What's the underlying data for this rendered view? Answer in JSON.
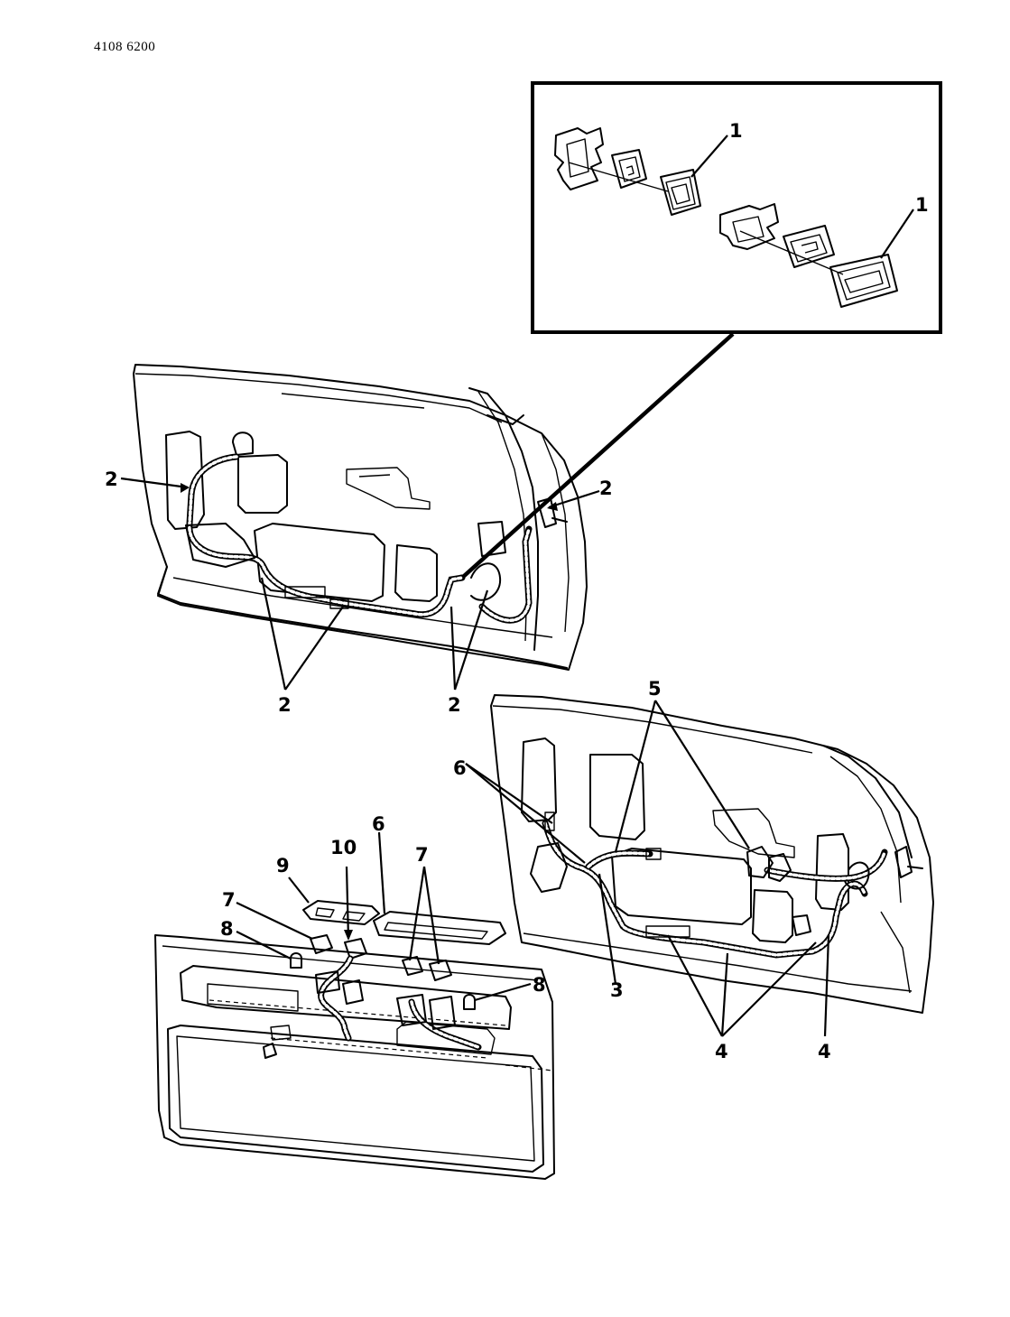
{
  "document": {
    "code": "4108 6200"
  },
  "callouts": [
    {
      "id": "c1a",
      "text": "1"
    },
    {
      "id": "c1b",
      "text": "1"
    },
    {
      "id": "c2a",
      "text": "2"
    },
    {
      "id": "c2b",
      "text": "2"
    },
    {
      "id": "c2c",
      "text": "2"
    },
    {
      "id": "c2d",
      "text": "2"
    },
    {
      "id": "c3",
      "text": "3"
    },
    {
      "id": "c4a",
      "text": "4"
    },
    {
      "id": "c4b",
      "text": "4"
    },
    {
      "id": "c5",
      "text": "5"
    },
    {
      "id": "c6a",
      "text": "6"
    },
    {
      "id": "c6b",
      "text": "6"
    },
    {
      "id": "c7a",
      "text": "7"
    },
    {
      "id": "c7b",
      "text": "7"
    },
    {
      "id": "c8a",
      "text": "8"
    },
    {
      "id": "c8b",
      "text": "8"
    },
    {
      "id": "c9",
      "text": "9"
    },
    {
      "id": "c10",
      "text": "10"
    }
  ]
}
